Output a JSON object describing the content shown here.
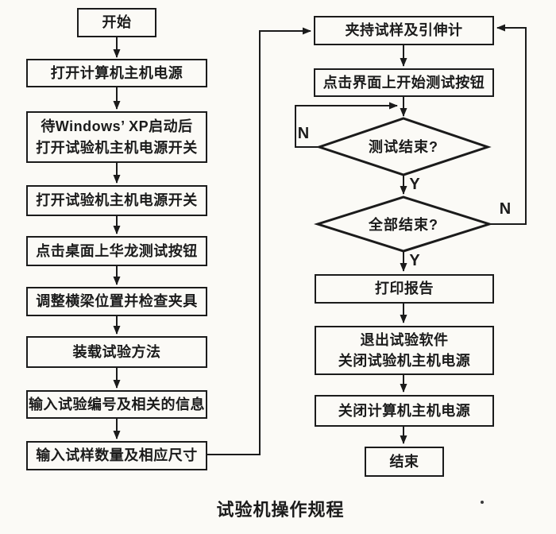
{
  "caption": "试验机操作规程",
  "decision_labels": {
    "yes": "Y",
    "no": "N"
  },
  "left_flow": {
    "start": "开始",
    "steps": [
      "打开计算机主机电源",
      "待Windows’ XP启动后\n打开试验机主机电源开关",
      "打开试验机主机电源开关",
      "点击桌面上华龙测试按钮",
      "调整横梁位置并检查夹具",
      "装载试验方法",
      "输入试验编号及相关的信息",
      "输入试样数量及相应尺寸"
    ]
  },
  "right_flow": {
    "steps_top": [
      "夹持试样及引伸计",
      "点击界面上开始测试按钮"
    ],
    "decisions": [
      "测试结束?",
      "全部结束?"
    ],
    "steps_bottom": [
      "打印报告",
      "退出试验软件\n关闭试验机主机电源",
      "关闭计算机主机电源"
    ],
    "end": "结束"
  },
  "colors": {
    "ink": "#1b1b1b",
    "paper": "#fbfaf6"
  }
}
